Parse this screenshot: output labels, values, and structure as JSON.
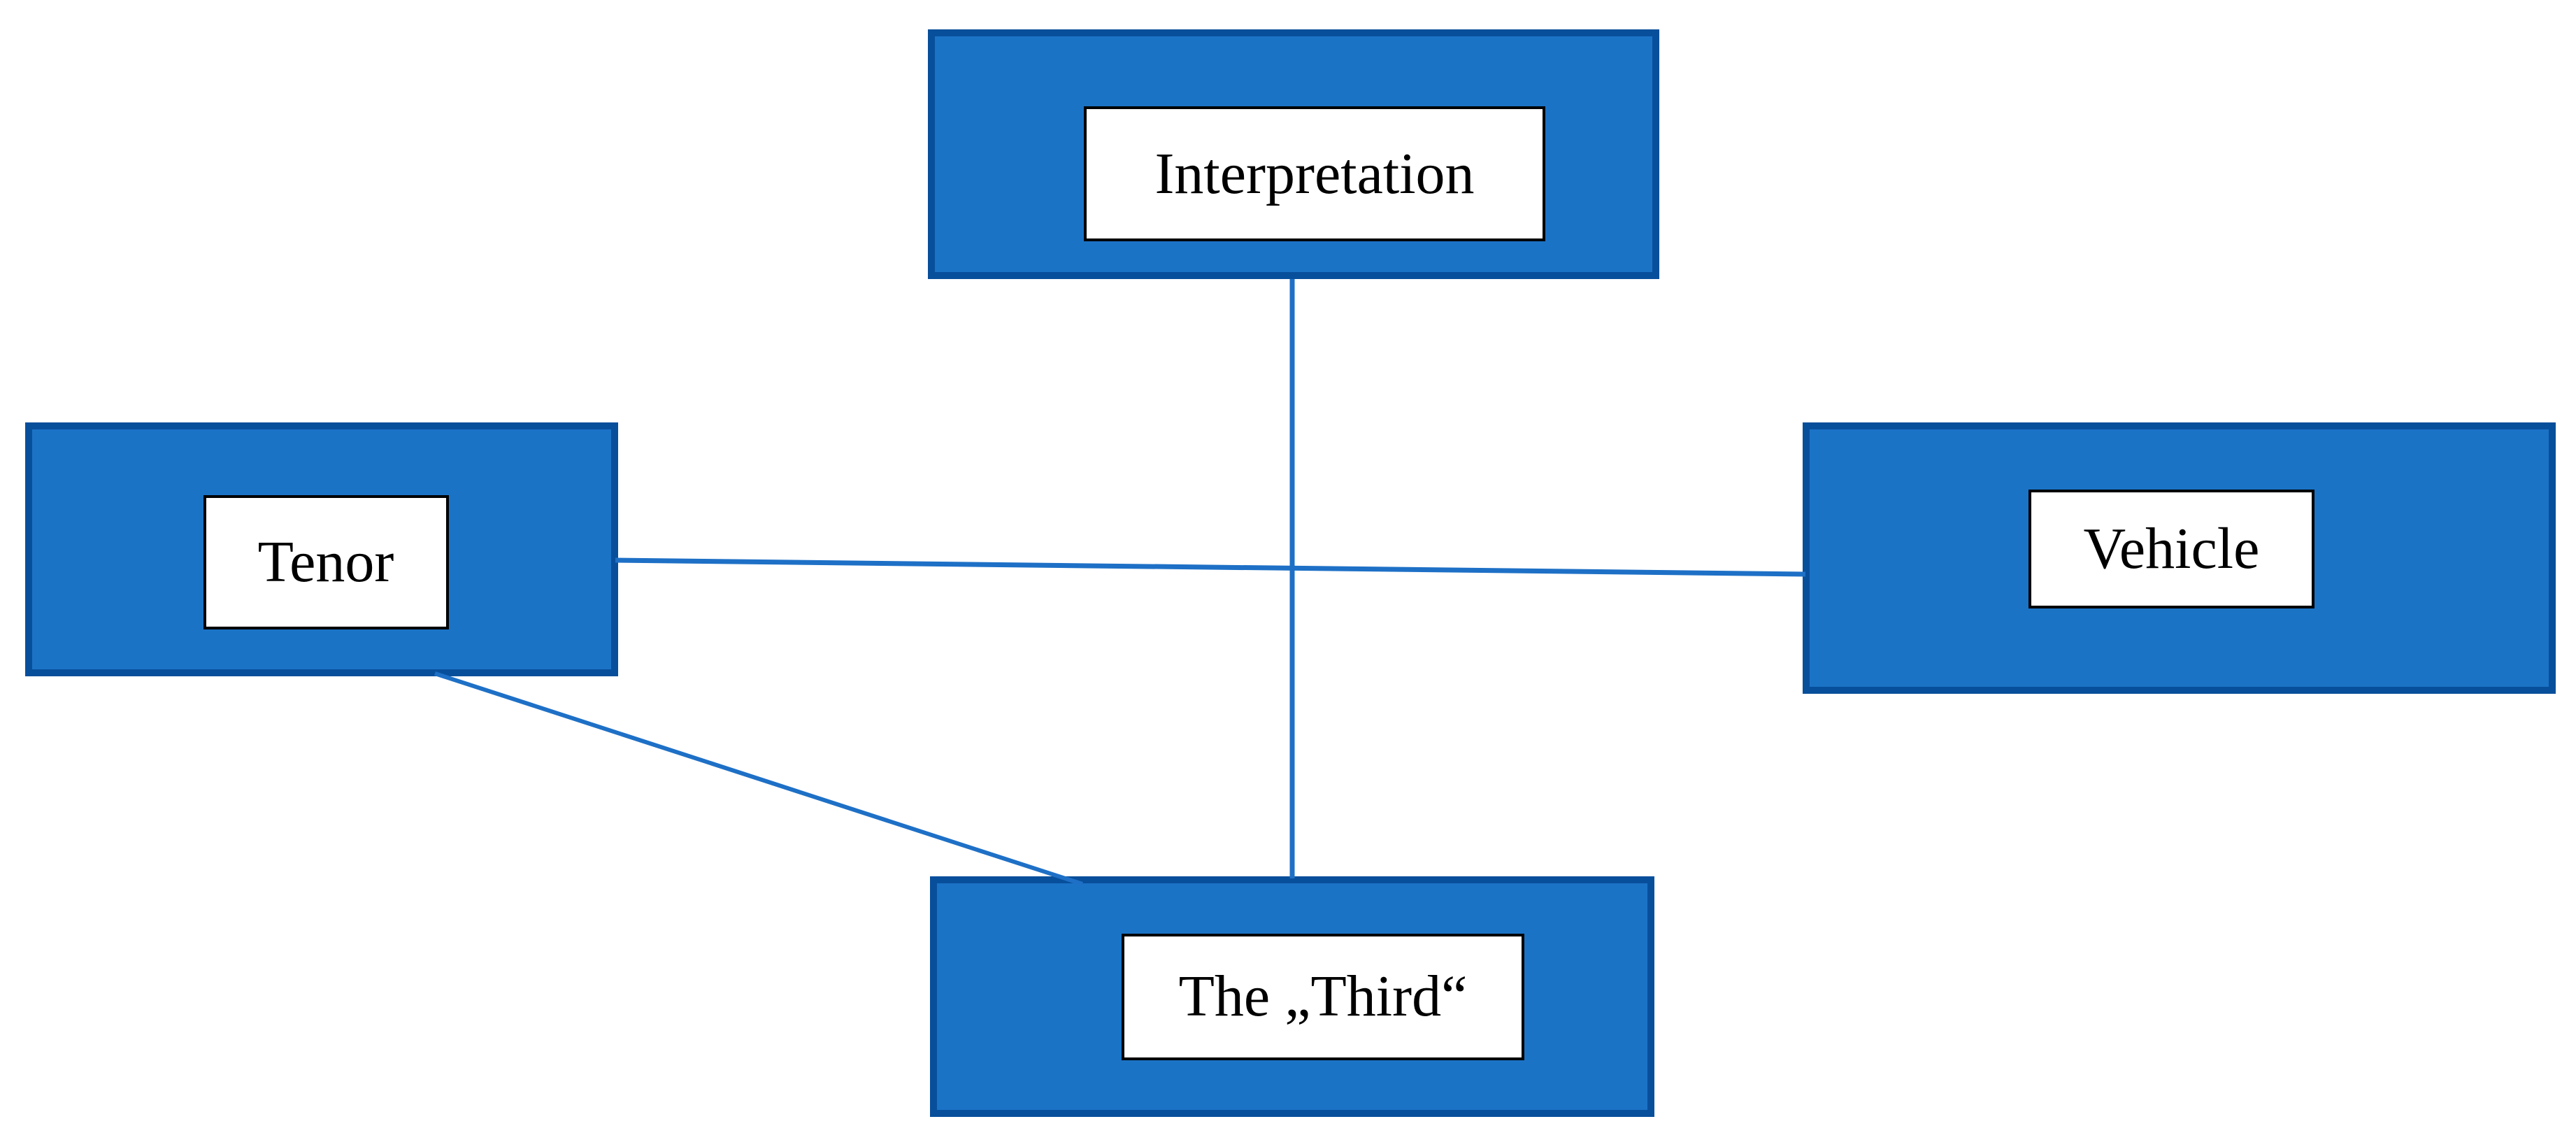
{
  "diagram": {
    "background_color": "#FFFFFF",
    "colors": {
      "node_fill": "#1B73C6",
      "node_border": "#084F9B",
      "connector": "#1E70C6",
      "label_background": "#FFFFFF",
      "label_border": "#000000",
      "label_text": "#000000"
    },
    "nodes": [
      {
        "id": "interpretation",
        "label": "Interpretation"
      },
      {
        "id": "tenor",
        "label": "Tenor"
      },
      {
        "id": "vehicle",
        "label": "Vehicle"
      },
      {
        "id": "third",
        "label": "The „Third“"
      }
    ],
    "edges": [
      {
        "from": "interpretation",
        "to": "third"
      },
      {
        "from": "tenor",
        "to": "vehicle"
      },
      {
        "from": "tenor",
        "to": "third"
      }
    ]
  }
}
